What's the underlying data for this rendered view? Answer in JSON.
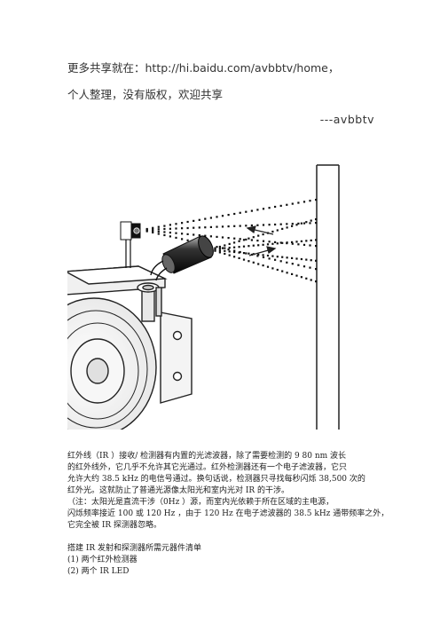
{
  "header": {
    "line1": "更多共享就在：http://hi.baidu.com/avbbtv/home，",
    "line2": "个人整理，没有版权，欢迎共享",
    "signature": "---avbbtv"
  },
  "paragraph1": [
    "红外线（IR ）接收/ 检测器有内置的光滤波器，除了需要检测的 9 80 nm 波长",
    "的红外线外，它几乎不允许其它光通过。红外检测器还有一个电子滤波器，它只",
    "允许大约 38.5 kHz   的电信号通过。换句话说，检测器只寻找每秒闪烁 38,500 次的",
    "红外光。这就防止了普通光源像太阳光和室内光对 IR 的干涉。"
  ],
  "paragraph2": [
    "（注：太阳光是直流干涉（0Hz ）源，而室内光依赖于所在区域的主电源，",
    "闪烁频率接近 100 或 120 Hz ，由于 120 Hz 在电子滤波器的 38.5 kHz 通带频率之外，",
    "它完全被 IR 探测器忽略。"
  ],
  "list": {
    "title": "搭建 IR 发射和探测器所需元器件清单",
    "items": [
      "(1)  两个红外检测器",
      "(2)  两个 IR LED"
    ]
  }
}
